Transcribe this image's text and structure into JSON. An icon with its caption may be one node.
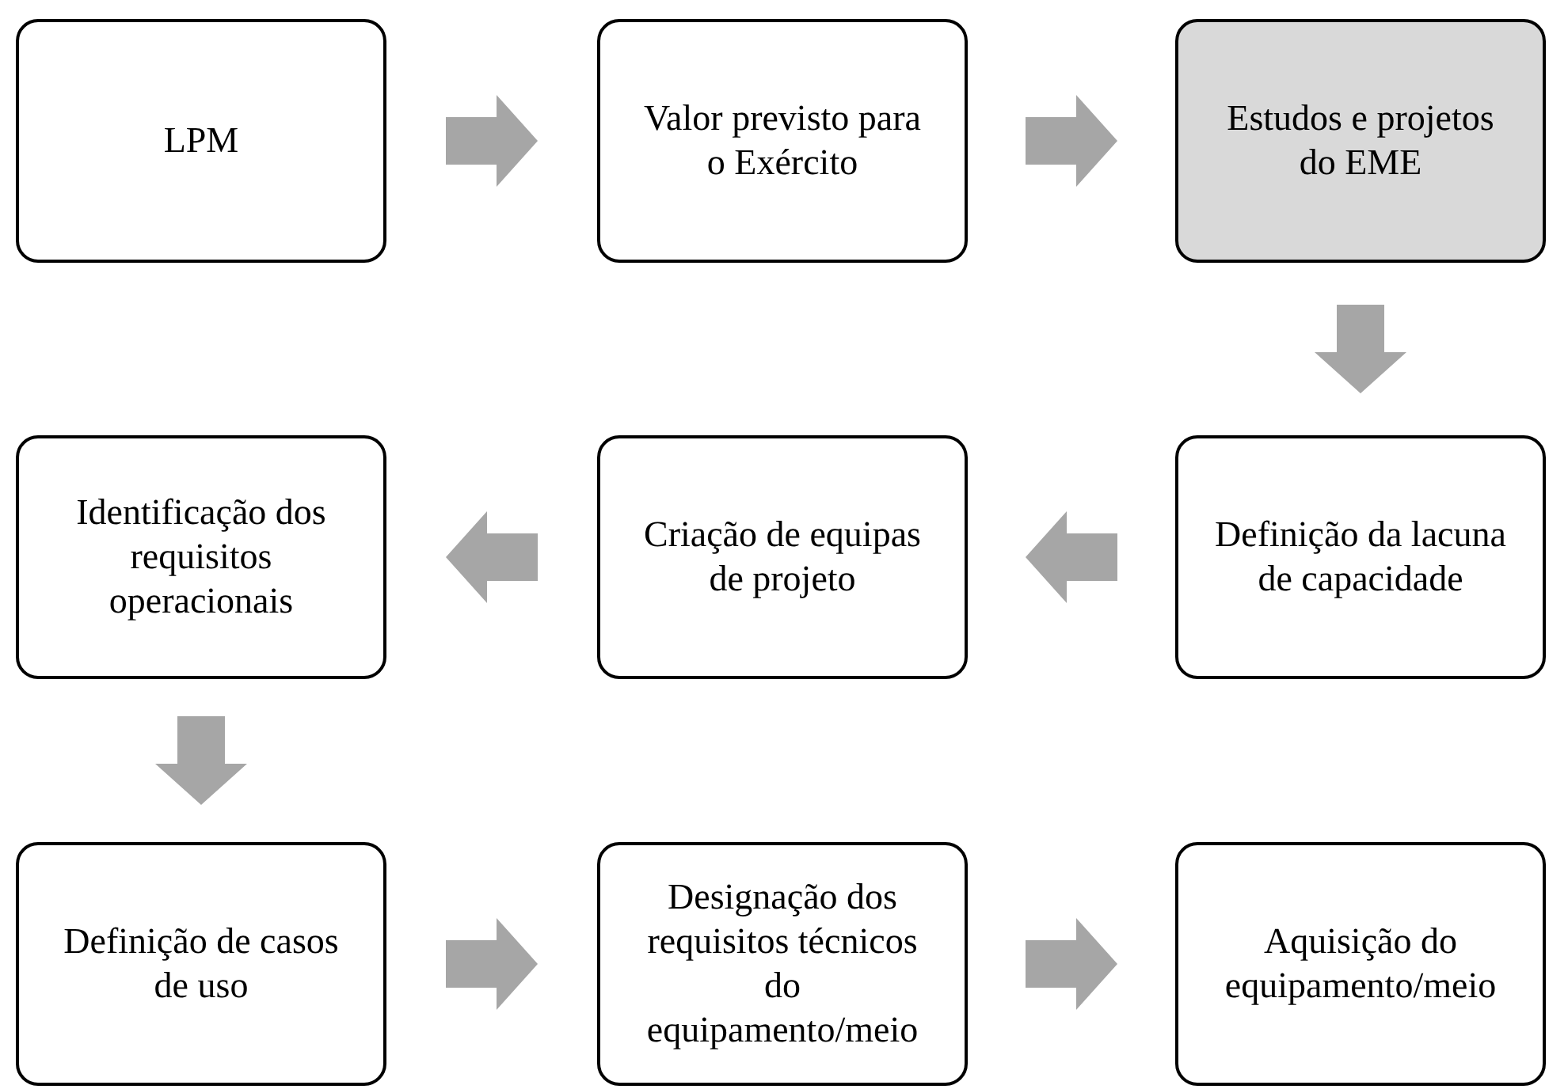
{
  "diagram": {
    "nodes": [
      {
        "text": [
          "LPM"
        ]
      },
      {
        "text": [
          "Valor previsto para o Exército"
        ]
      },
      {
        "text": [
          "Estudos e projetos do EME"
        ]
      },
      {
        "text": [
          "Definição da lacuna de capacidade"
        ]
      },
      {
        "text": [
          "Criação de equipas de projeto"
        ]
      },
      {
        "text": [
          "Identificação dos requisitos operacionais"
        ]
      },
      {
        "text": [
          "Definição de casos de uso"
        ]
      },
      {
        "text": [
          "Designação dos requisitos técnicos do equipamento/meio"
        ]
      },
      {
        "text": [
          "Aquisição do equipamento/meio"
        ]
      }
    ],
    "edges": [
      {
        "from": 0,
        "to": 1,
        "arrow": "to"
      },
      {
        "from": 1,
        "to": 2,
        "arrow": "to"
      },
      {
        "from": 2,
        "to": 3,
        "arrow": "to"
      },
      {
        "from": 3,
        "to": 4,
        "arrow": "to"
      },
      {
        "from": 4,
        "to": 5,
        "arrow": "to"
      },
      {
        "from": 5,
        "to": 6,
        "arrow": "to"
      },
      {
        "from": 6,
        "to": 7,
        "arrow": "to"
      },
      {
        "from": 7,
        "to": 8,
        "arrow": "to"
      }
    ]
  }
}
